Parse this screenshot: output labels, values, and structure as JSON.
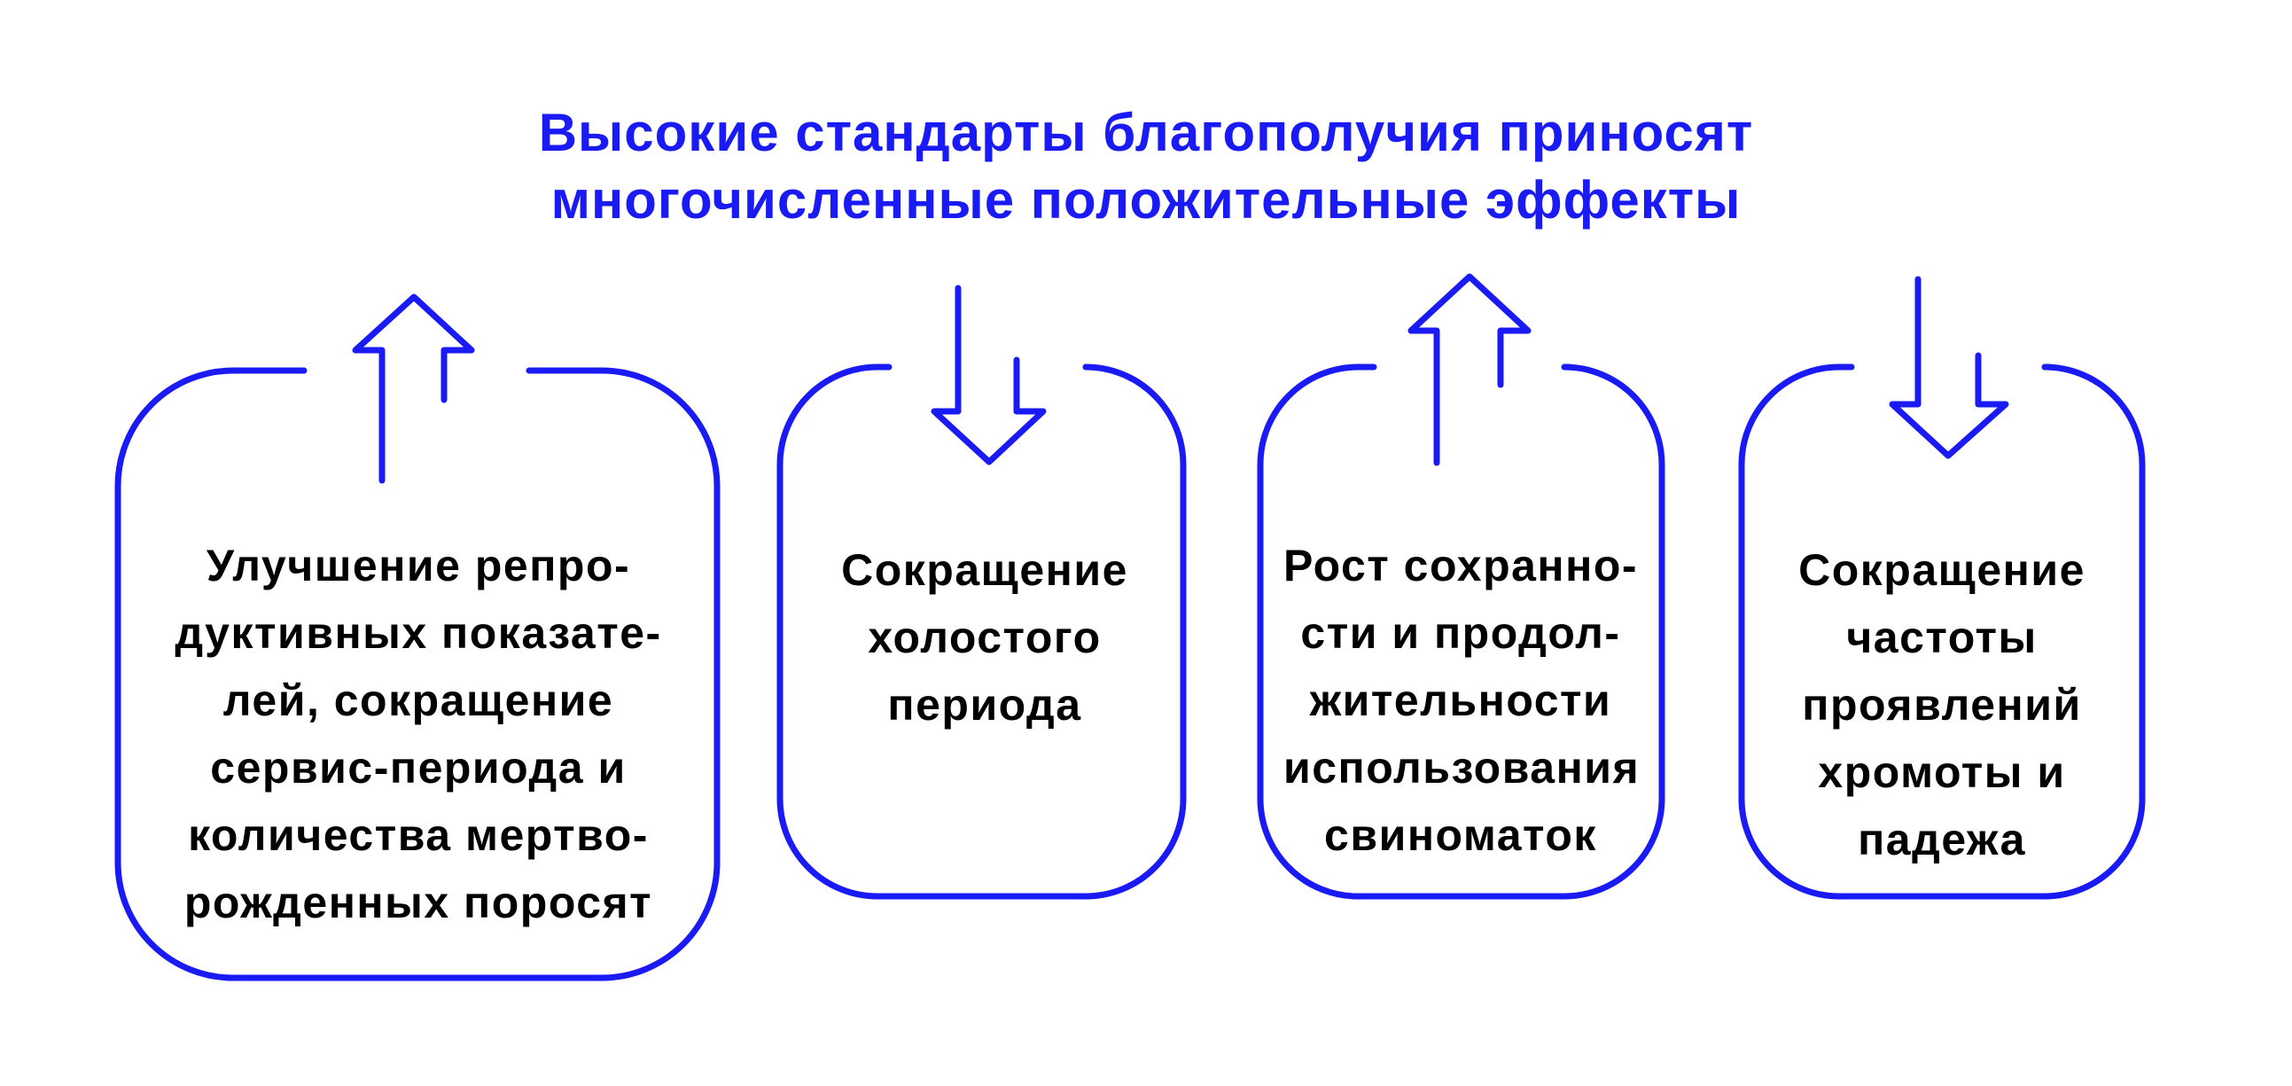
{
  "title": {
    "lines": [
      "Высокие стандарты благополучия приносят",
      "многочисленные положительные эффекты"
    ]
  },
  "accent_color": "#1a1af5",
  "effects": [
    {
      "direction": "up",
      "icon": "arrow-up-icon",
      "lines": [
        "Улучшение репро-",
        "дуктивных показате-",
        "лей, сокращение",
        "сервис-периода и",
        "количества мертво-",
        "рожденных поросят"
      ]
    },
    {
      "direction": "down",
      "icon": "arrow-down-icon",
      "lines": [
        "Сокращение",
        "холостого",
        "периода"
      ]
    },
    {
      "direction": "up",
      "icon": "arrow-up-icon",
      "lines": [
        "Рост сохранно-",
        "сти и продол-",
        "жительности",
        "использования",
        "свиноматок"
      ]
    },
    {
      "direction": "down",
      "icon": "arrow-down-icon",
      "lines": [
        "Сокращение",
        "частоты",
        "проявлений",
        "хромоты и",
        "падежа"
      ]
    }
  ]
}
